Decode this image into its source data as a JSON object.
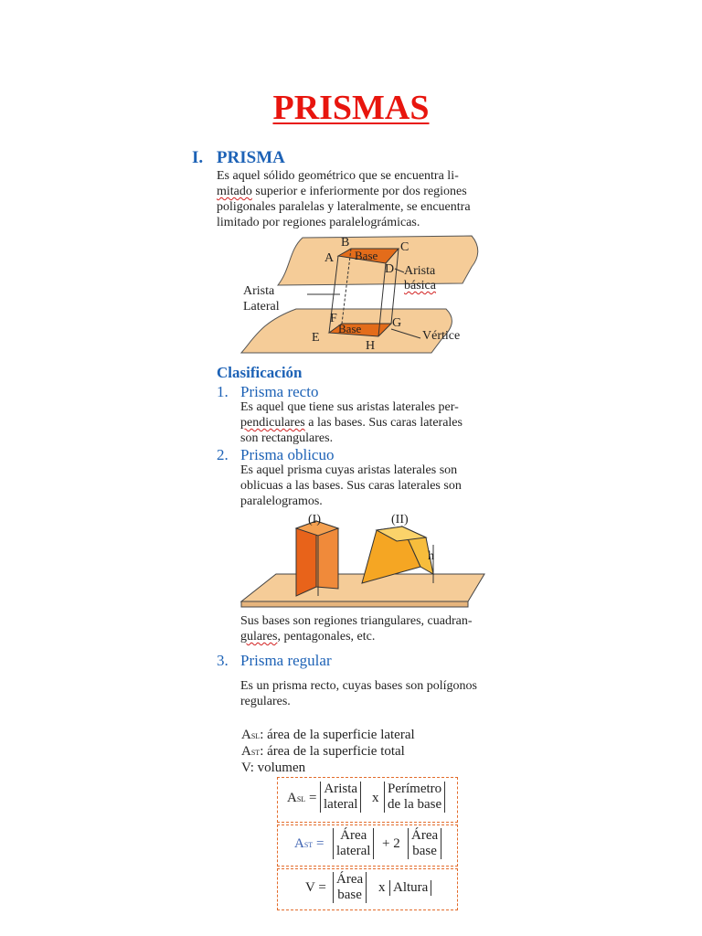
{
  "page": {
    "title": "PRISMAS",
    "section": {
      "number": "I.",
      "heading": "PRISMA"
    },
    "intro": {
      "p1": "Es aquel sólido geométrico que se encuentra li-",
      "p2_wavy": "mitado",
      "p2_rest": " superior e inferiormente por dos regiones",
      "p3": "poligonales paralelas y lateralmente, se encuentra",
      "p4": "limitado por regiones paralelográmicas."
    },
    "figure1_labels": {
      "A": "A",
      "B": "B",
      "C": "C",
      "D": "D",
      "E": "E",
      "F": "F",
      "G": "G",
      "H": "H",
      "base_top": "Base",
      "base_bottom": "Base",
      "arista_lateral_1": "Arista",
      "arista_lateral_2": "Lateral",
      "arista_basica_1": "Arista",
      "arista_basica_2": "básica",
      "vertice": "Vértice"
    },
    "classification": {
      "heading": "Clasificación",
      "item1": {
        "num": "1.",
        "title": "Prisma recto",
        "l1": "Es aquel que tiene sus aristas laterales per-",
        "l2_wavy": "pendiculares",
        "l2_rest": " a las bases. Sus caras laterales",
        "l3": "son rectangulares."
      },
      "item2": {
        "num": "2.",
        "title": "Prisma oblicuo",
        "l1": "Es aquel prisma cuyas aristas laterales son",
        "l2": "oblicuas a las bases. Sus caras laterales son",
        "l3": "paralelogramos."
      },
      "figure2_labels": {
        "I": "(I)",
        "II": "(II)",
        "h": "h"
      },
      "bases_note": {
        "l1": "Sus bases son regiones triangulares, cuadran-",
        "l2_wavy": "gulares",
        "l2_rest": ", pentagonales, etc."
      },
      "item3": {
        "num": "3.",
        "title": "Prisma regular",
        "l1": "Es un prisma recto, cuyas bases son polígonos",
        "l2": "regulares."
      }
    },
    "definitions": {
      "asl_sym": "A",
      "asl_sub": "SL",
      "asl_text": ": área de la superficie lateral",
      "ast_sym": "A",
      "ast_sub": "ST",
      "ast_text": ": área de la superficie total",
      "v_text": "V: volumen"
    },
    "formulas": {
      "f1": {
        "lhs": "A",
        "lhs_sub": "SL",
        "a1": "Arista",
        "a2": "lateral",
        "op": "x",
        "b1": "Perímetro",
        "b2": "de la base"
      },
      "f2": {
        "lhs": "A",
        "lhs_sub": "ST",
        "a1": "Área",
        "a2": "lateral",
        "op": "+ 2",
        "b1": "Área",
        "b2": "base"
      },
      "f3": {
        "lhs": "V",
        "a1": "Área",
        "a2": "base",
        "op": "x",
        "b1": "Altura"
      }
    }
  }
}
